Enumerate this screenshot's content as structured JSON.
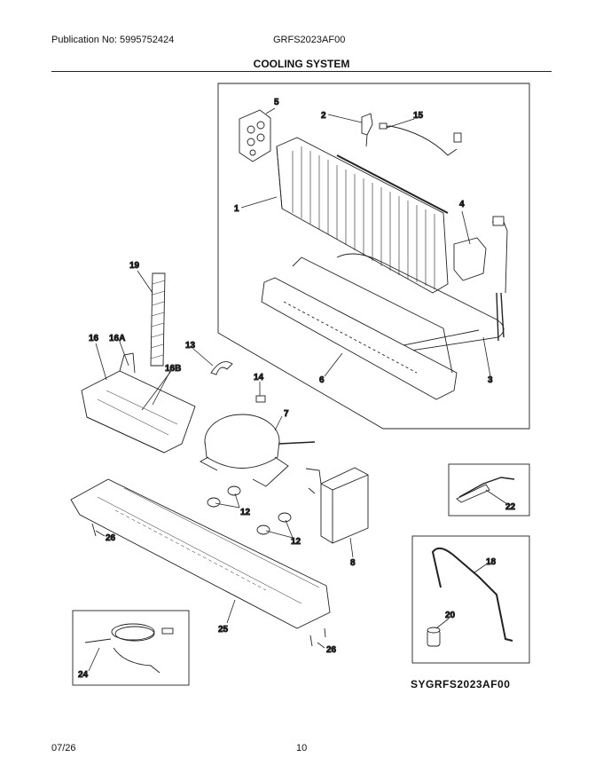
{
  "header": {
    "publication": "Publication No: 5995752424",
    "model_code": "GRFS2023AF00",
    "section_title": "COOLING SYSTEM"
  },
  "footer": {
    "date": "07/26",
    "page": "10"
  },
  "diagram_id": "SYGRFS2023AF00",
  "callouts": {
    "c1": "1",
    "c2": "2",
    "c3": "3",
    "c4": "4",
    "c5": "5",
    "c6": "6",
    "c7": "7",
    "c8": "8",
    "c12a": "12",
    "c12b": "12",
    "c13": "13",
    "c14": "14",
    "c15": "15",
    "c16": "16",
    "c16a": "16A",
    "c16b": "16B",
    "c18": "18",
    "c19": "19",
    "c20": "20",
    "c22": "22",
    "c24": "24",
    "c25": "25",
    "c26a": "26",
    "c26b": "26"
  }
}
